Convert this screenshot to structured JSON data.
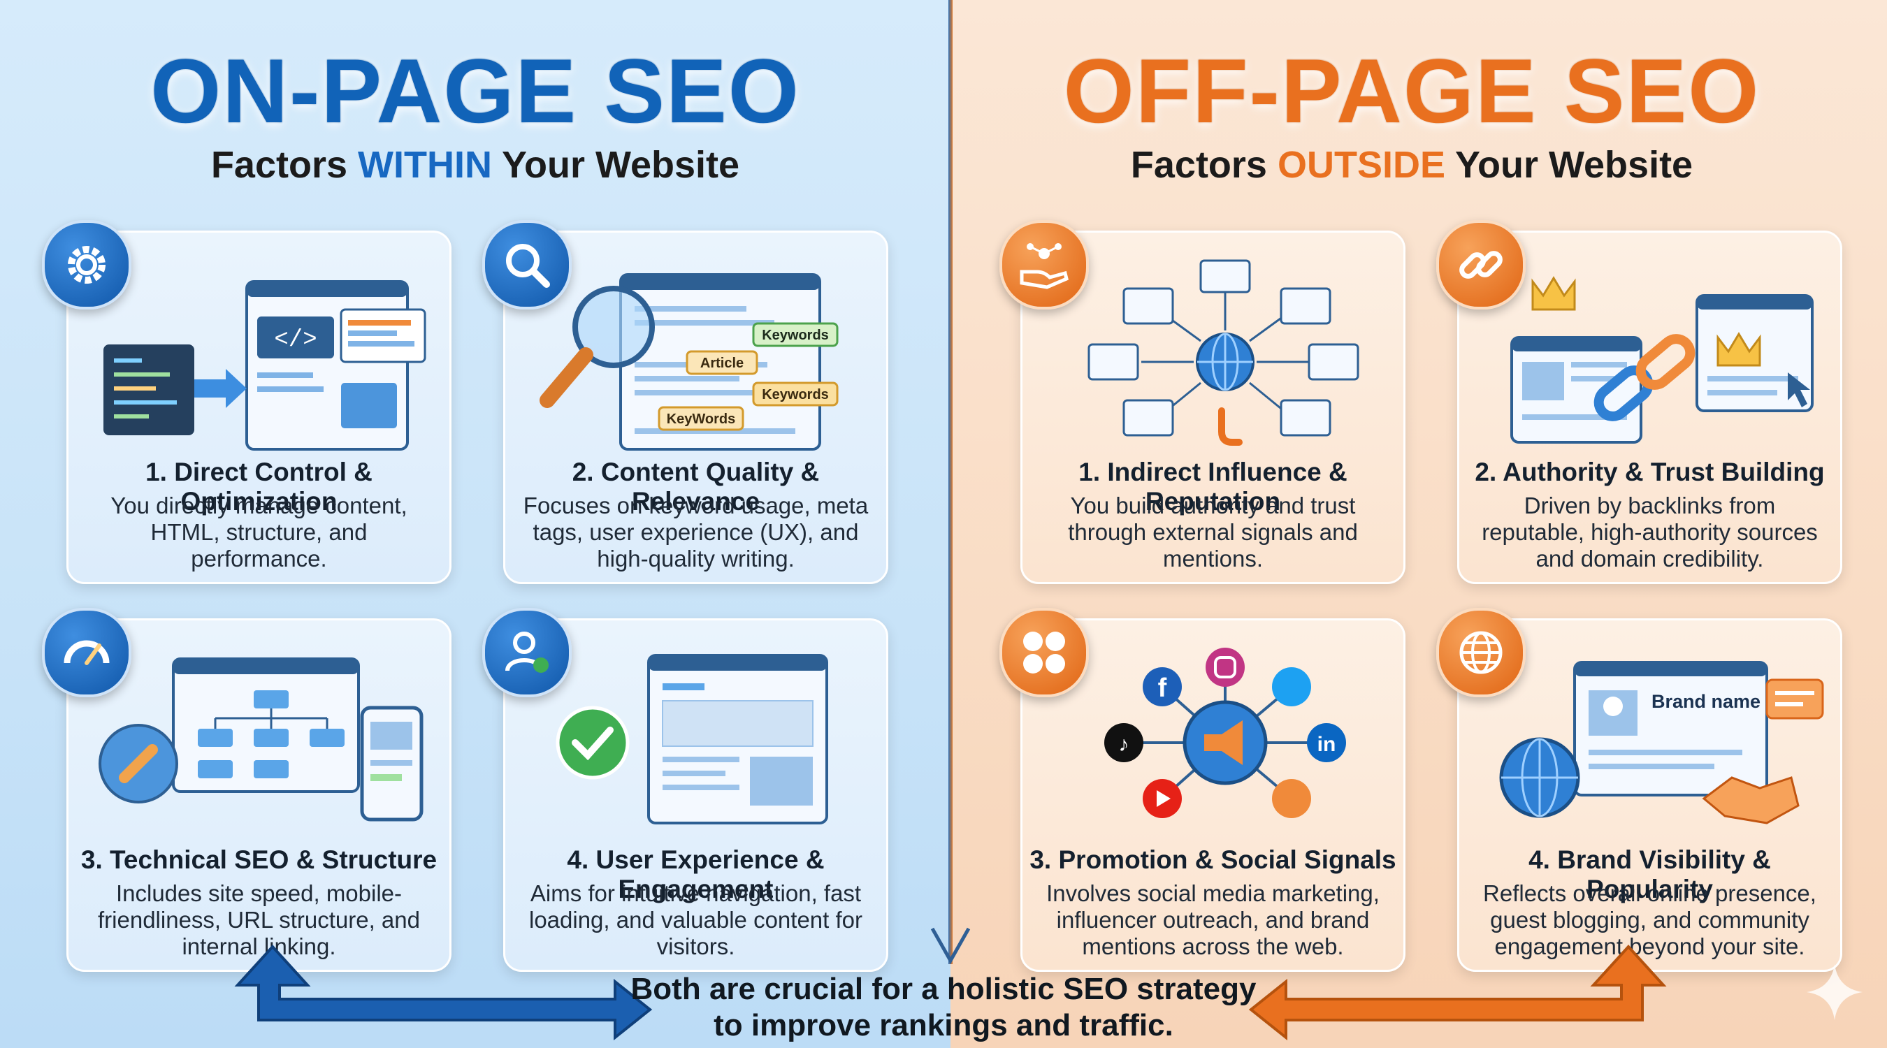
{
  "left": {
    "title": "ON-PAGE SEO",
    "subtitle_pre": "Factors ",
    "subtitle_highlight": "WITHIN",
    "subtitle_post": " Your Website",
    "cards": [
      {
        "heading": "1. Direct Control & Optimization",
        "body": "You directly manage content, HTML, structure, and performance.",
        "badge_icon": "gear-icon"
      },
      {
        "heading": "2. Content Quality & Relevance",
        "body": "Focuses on keyword usage, meta tags, user experience (UX), and high-quality writing.",
        "badge_icon": "magnifier-icon",
        "tags": [
          "Keywords",
          "Article",
          "Keywords",
          "KeyWords"
        ]
      },
      {
        "heading": "3. Technical SEO & Structure",
        "body": "Includes site speed, mobile-friendliness, URL structure, and internal linking.",
        "badge_icon": "speedometer-icon"
      },
      {
        "heading": "4. User Experience & Engagement",
        "body": "Aims for intuitive navigation, fast loading, and valuable content for visitors.",
        "badge_icon": "user-check-icon"
      }
    ]
  },
  "right": {
    "title": "OFF-PAGE SEO",
    "subtitle_pre": "Factors ",
    "subtitle_highlight": "OUTSIDE",
    "subtitle_post": " Your Website",
    "cards": [
      {
        "heading": "1. Indirect Influence & Reputation",
        "body": "You build authority and trust through external signals and mentions.",
        "badge_icon": "network-hand-icon"
      },
      {
        "heading": "2. Authority & Trust Building",
        "body": "Driven by backlinks from reputable, high-authority sources and domain credibility.",
        "badge_icon": "link-icon"
      },
      {
        "heading": "3. Promotion & Social Signals",
        "body": "Involves social media marketing, influencer outreach, and brand mentions across the web.",
        "badge_icon": "social-icons-icon"
      },
      {
        "heading": "4. Brand Visibility & Popularity",
        "body": "Reflects overall online presence, guest blogging, and community engagement beyond your site.",
        "badge_icon": "globe-icon",
        "brand_label": "Brand name"
      }
    ]
  },
  "footer": {
    "line1": "Both are crucial for a holistic SEO strategy",
    "line2": "to improve rankings and traffic."
  },
  "colors": {
    "blue": "#1163b8",
    "orange": "#e9701f"
  }
}
